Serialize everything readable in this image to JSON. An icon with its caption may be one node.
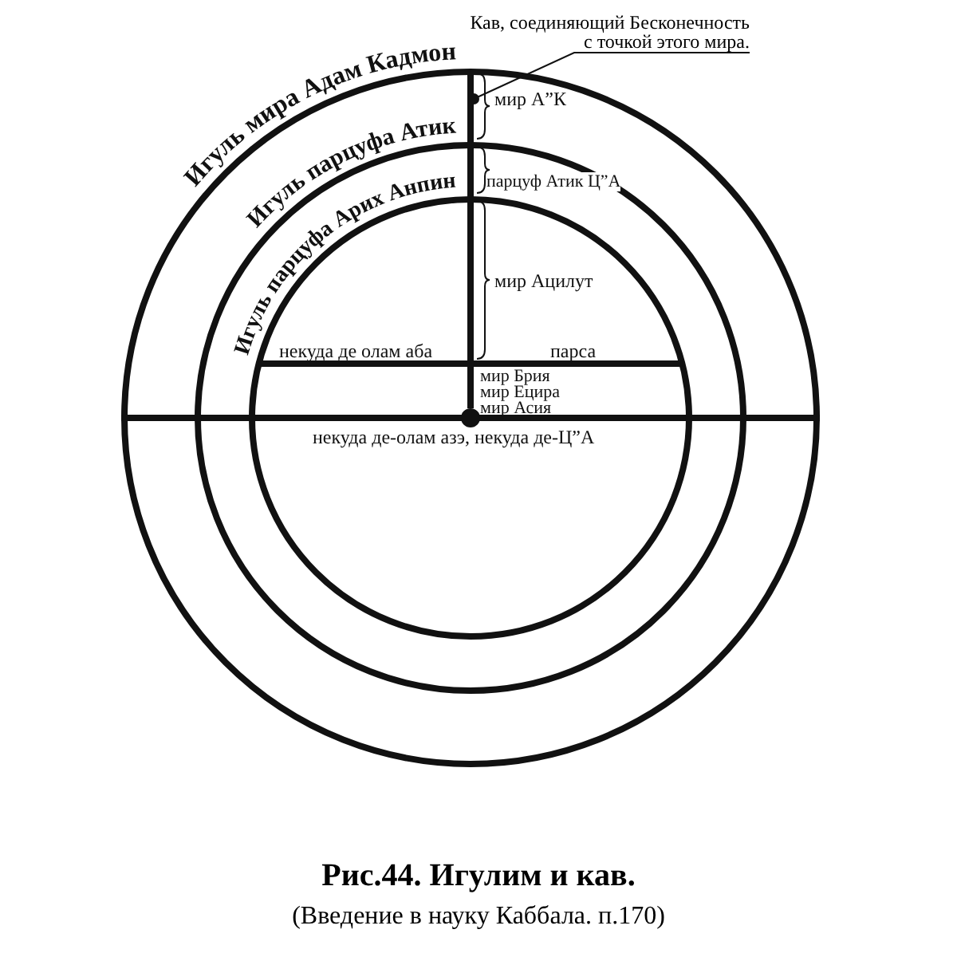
{
  "diagram": {
    "title": "Рис.44. Игулим и кав.",
    "caption": "(Введение в науку Каббала. п.170)",
    "nodes": [
      {
        "text": [
          "Игуль мира Адам Кадмон"
        ]
      },
      {
        "text": [
          "Игуль парцуфа Атик"
        ],
        "in": 0
      },
      {
        "text": [
          "Игуль парцуфа Арих Анпин"
        ],
        "in": 1
      },
      {
        "text": [
          "Кав, соединяющий Бесконечность с точкой этого мира."
        ]
      },
      {
        "text": [],
        "shape": "bar",
        "in": 0
      }
    ],
    "edges": [
      {
        "from": 3,
        "to": 4,
        "arrow": "other"
      }
    ],
    "labels": [
      "мир А”К",
      "парцуф Атик Ц”А",
      "мир Ацилут",
      "некуда де олам аба",
      "парса",
      "мир Брия",
      "мир Ецира",
      "мир Асия",
      "некуда де-олам азэ, некуда де-Ц”А"
    ]
  }
}
